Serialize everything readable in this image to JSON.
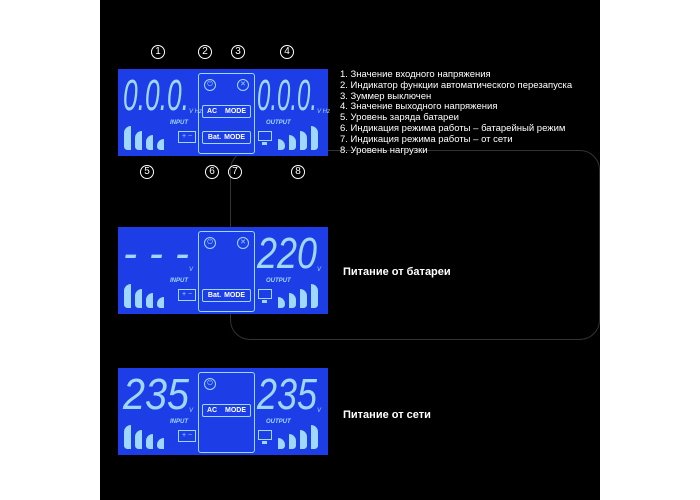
{
  "legend": [
    "1. Значение входного напряжения",
    "2. Индикатор функции автоматического перезапуска",
    "3. Зуммер выключен",
    "4. Значение выходного напряжения",
    "5. Уровень заряда батареи",
    "6. Индикация режима работы – батарейный режим",
    "7. Индикация режима работы – от сети",
    "8. Уровень нагрузки"
  ],
  "callouts": [
    "1",
    "2",
    "3",
    "4",
    "5",
    "6",
    "7",
    "8"
  ],
  "panels": [
    {
      "input": "0.0.0.",
      "output": "0.0.0.",
      "input_unit": "V Hz",
      "output_unit": "V Hz",
      "input_label": "INPUT",
      "output_label": "OUTPUT",
      "ac_mode": "AC MODE",
      "bat_mode": "Bat. MODE",
      "auto_restart": "⏻",
      "buzzer_off": "🔇",
      "battery": "+ −"
    },
    {
      "input": "- - -",
      "output": "220",
      "input_unit": "V",
      "output_unit": "V",
      "input_label": "INPUT",
      "output_label": "OUTPUT",
      "bat_mode": "Bat. MODE",
      "auto_restart": "⏻",
      "buzzer_off": "🔇",
      "battery": "+ −",
      "caption": "Питание от батареи"
    },
    {
      "input": "235",
      "output": "235",
      "input_unit": "V",
      "output_unit": "V",
      "input_label": "INPUT",
      "output_label": "OUTPUT",
      "ac_mode": "AC MODE",
      "auto_restart": "⏻",
      "battery": "+ −",
      "caption": "Питание от сети"
    }
  ],
  "colors": {
    "lcd": "#1d3ee6",
    "segment": "#9fd8ff"
  }
}
